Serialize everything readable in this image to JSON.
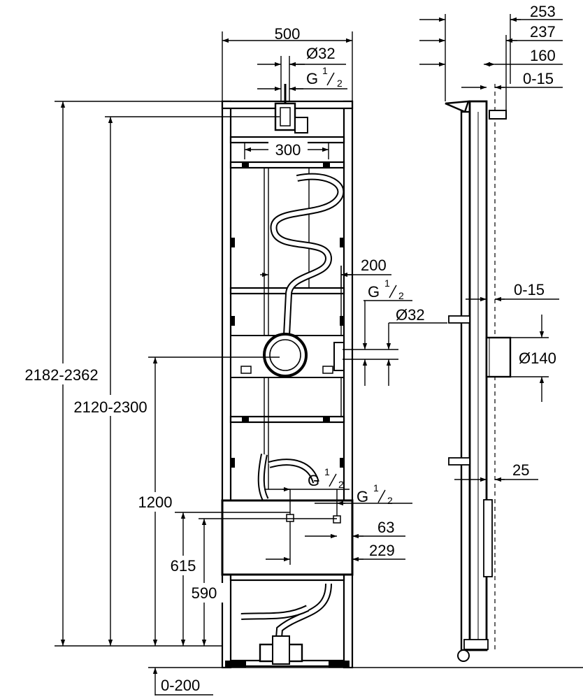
{
  "dimensions": {
    "width_total": "500",
    "pipe_dia_top": "Ø32",
    "thread_top": "G",
    "inner_width": "300",
    "offset_200": "200",
    "thread_mid": "G",
    "pipe_dia_mid": "Ø32",
    "height_range_outer": "2182-2362",
    "height_range_inner": "2120-2300",
    "height_1200": "1200",
    "thread_low_left": "G",
    "thread_low_right": "G",
    "dim_63": "63",
    "dim_229": "229",
    "height_615": "615",
    "height_590": "590",
    "foot_range": "0-200",
    "side_253": "253",
    "side_237": "237",
    "side_160": "160",
    "side_0_15_top": "0-15",
    "side_0_15_mid": "0-15",
    "side_dia_140": "Ø140",
    "side_25": "25"
  },
  "fraction": {
    "numerator": "1",
    "denominator": "2"
  }
}
